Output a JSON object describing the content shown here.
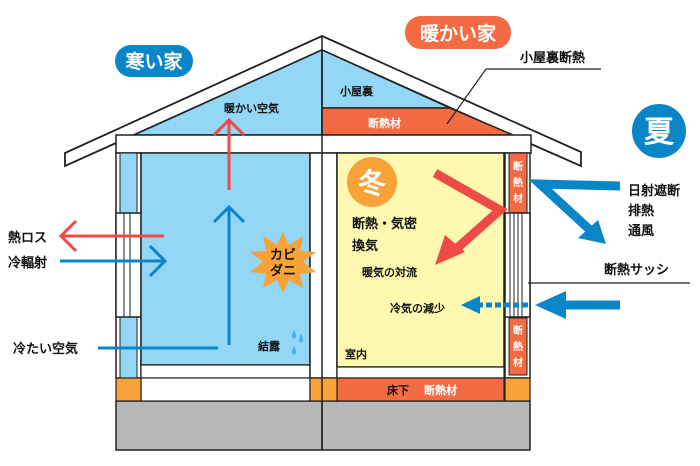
{
  "badges": {
    "cold_house": "寒い家",
    "warm_house": "暖かい家",
    "summer": "夏",
    "winter": "冬"
  },
  "labels": {
    "attic_insulation": "小屋裏断熱",
    "attic": "小屋裏",
    "insulation": "断熱材",
    "warm_air": "暖かい空気",
    "heat_loss": "熱ロス",
    "cold_radiation": "冷輻射",
    "cold_air": "冷たい空気",
    "mold_line1": "カビ",
    "mold_line2": "ダニ",
    "condensation": "結露",
    "insulation_airtight": "断熱・気密",
    "ventilation": "換気",
    "warm_convection": "暖気の対流",
    "less_cold_air": "冷気の減少",
    "indoor": "室内",
    "underfloor": "床下",
    "floor_insulation": "断熱材",
    "wall_insulation_top": [
      "断",
      "熱",
      "材"
    ],
    "wall_insulation_bottom": [
      "断",
      "熱",
      "材"
    ],
    "sun_block": "日射遮断",
    "heat_exhaust": "排熱",
    "airflow": "通風",
    "insulated_sash": "断熱サッシ"
  },
  "colors": {
    "blue": "#0a86c8",
    "light_blue": "#93d6f6",
    "orange": "#f26b43",
    "amber": "#f9a23a",
    "red": "#f04a45",
    "yellow": "#fff8b0",
    "gray": "#b8b7ba"
  }
}
